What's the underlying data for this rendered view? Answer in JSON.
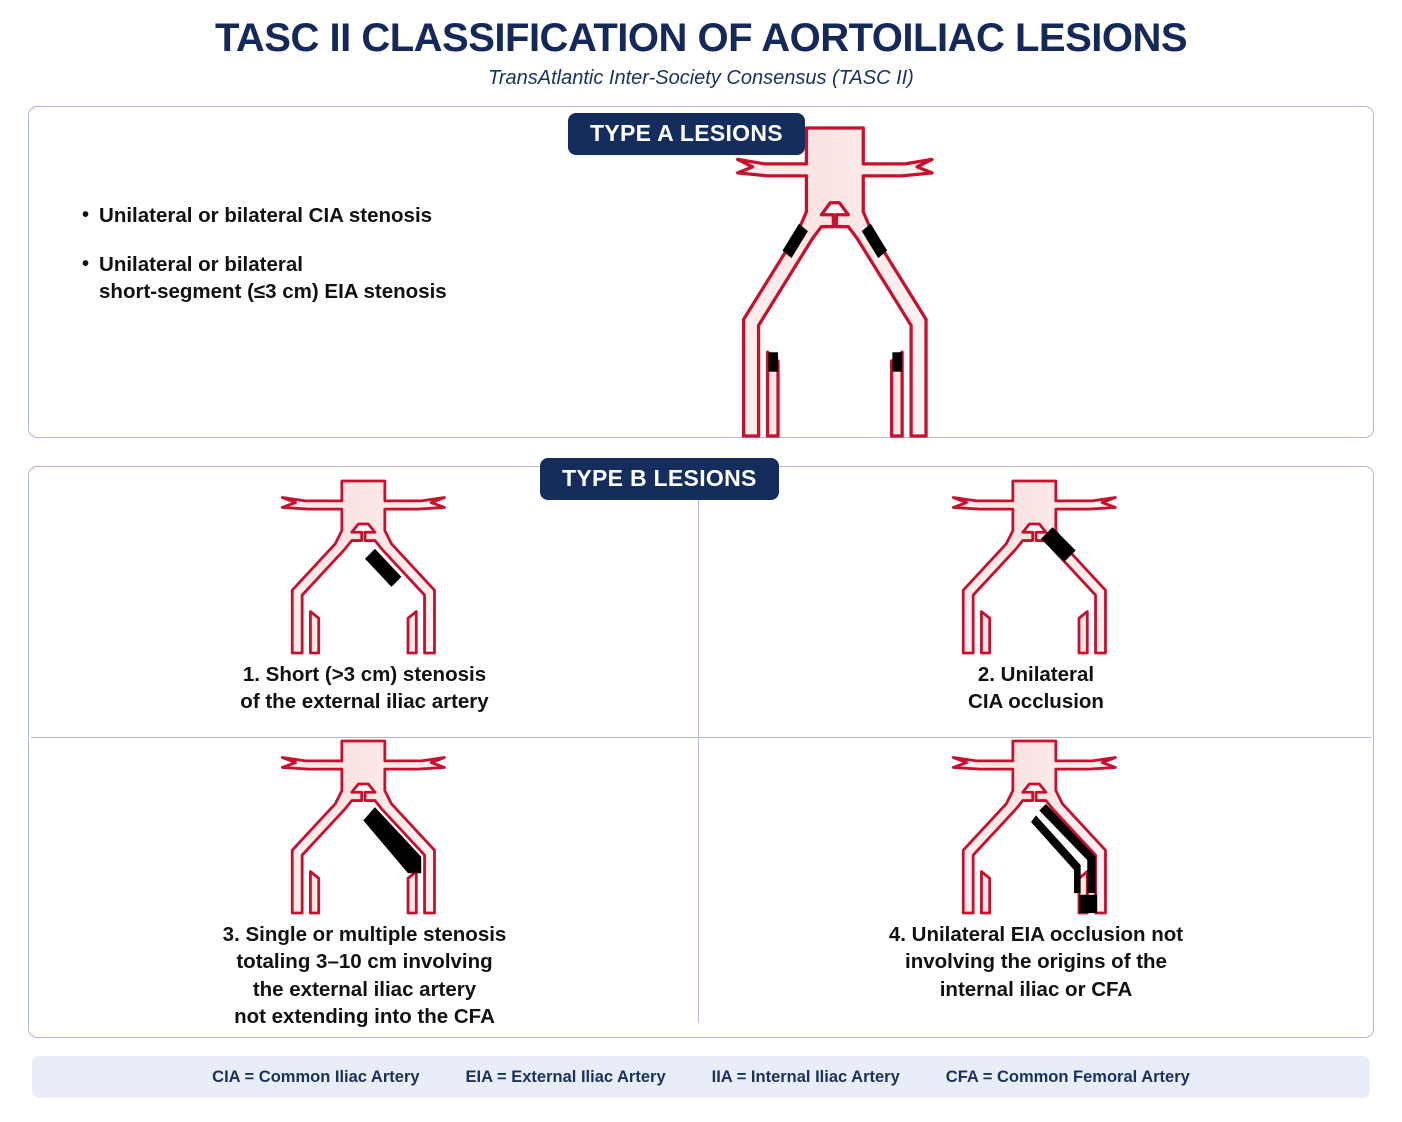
{
  "header": {
    "title": "TASC II CLASSIFICATION OF AORTOILIAC LESIONS",
    "subtitle": "TransAtlantic Inter-Society Consensus (TASC II)"
  },
  "colors": {
    "navy": "#142d5c",
    "panel_border": "#aeb9dd",
    "vessel_outline": "#c8102e",
    "vessel_fill": "#fbe8e6",
    "lesion": "#000000",
    "legend_band": "#e8edf7"
  },
  "type_a": {
    "badge": "TYPE A LESIONS",
    "bullets": [
      "Unilateral or bilateral CIA stenosis",
      "Unilateral or bilateral\nshort-segment (≤3 cm) EIA stenosis"
    ]
  },
  "type_b": {
    "badge": "TYPE B LESIONS",
    "items": [
      {
        "number": "1",
        "caption": "1. Short (>3 cm) stenosis\nof the external iliac artery",
        "lesion": "short-eia-stenosis-right"
      },
      {
        "number": "2",
        "caption": "2. Unilateral\nCIA occlusion",
        "lesion": "cia-occlusion-right"
      },
      {
        "number": "3",
        "caption": "3. Single or multiple stenosis\ntotaling 3–10 cm involving\nthe external iliac artery\nnot extending into the CFA",
        "lesion": "long-eia-stenosis-right"
      },
      {
        "number": "4",
        "caption": "4. Unilateral EIA occlusion not\ninvolving the origins of the\ninternal iliac or CFA",
        "lesion": "eia-total-occlusion-right"
      }
    ]
  },
  "legend": {
    "items": [
      "CIA = Common Iliac Artery",
      "EIA = External Iliac Artery",
      "IIA = Internal Iliac Artery",
      "CFA = Common Femoral Artery"
    ]
  }
}
